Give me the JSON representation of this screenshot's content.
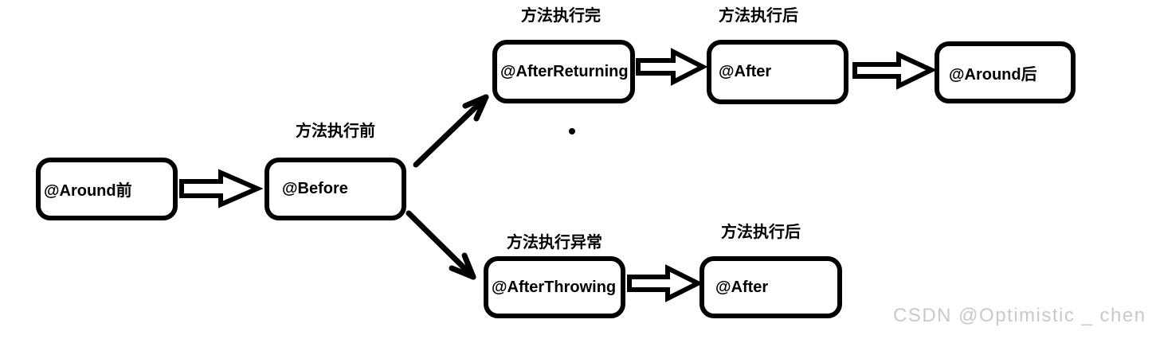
{
  "diagram": {
    "nodes": {
      "around_front": {
        "label": "@Around前"
      },
      "before": {
        "label": "@Before",
        "caption": "方法执行前"
      },
      "after_returning": {
        "label": "@AfterReturning",
        "caption": "方法执行完"
      },
      "after_top": {
        "label": "@After",
        "caption": "方法执行后"
      },
      "around_back": {
        "label": "@Around后"
      },
      "after_throwing": {
        "label": "@AfterThrowing",
        "caption": "方法执行异常"
      },
      "after_bottom": {
        "label": "@After",
        "caption": "方法执行后"
      }
    },
    "edges": [
      {
        "from": "@Around前",
        "to": "@Before",
        "type": "block-arrow"
      },
      {
        "from": "@Before",
        "to": "@AfterReturning",
        "type": "line-arrow"
      },
      {
        "from": "@Before",
        "to": "@AfterThrowing",
        "type": "line-arrow"
      },
      {
        "from": "@AfterReturning",
        "to": "@After",
        "type": "block-arrow"
      },
      {
        "from": "@After",
        "to": "@Around后",
        "type": "block-arrow"
      },
      {
        "from": "@AfterThrowing",
        "to": "@After",
        "type": "block-arrow"
      }
    ]
  },
  "colors": {
    "stroke": "#000000",
    "fill": "#ffffff",
    "background": "#ffffff",
    "watermark": "#c9c9c9"
  },
  "watermark": {
    "text": "CSDN @Optimistic _ chen"
  }
}
